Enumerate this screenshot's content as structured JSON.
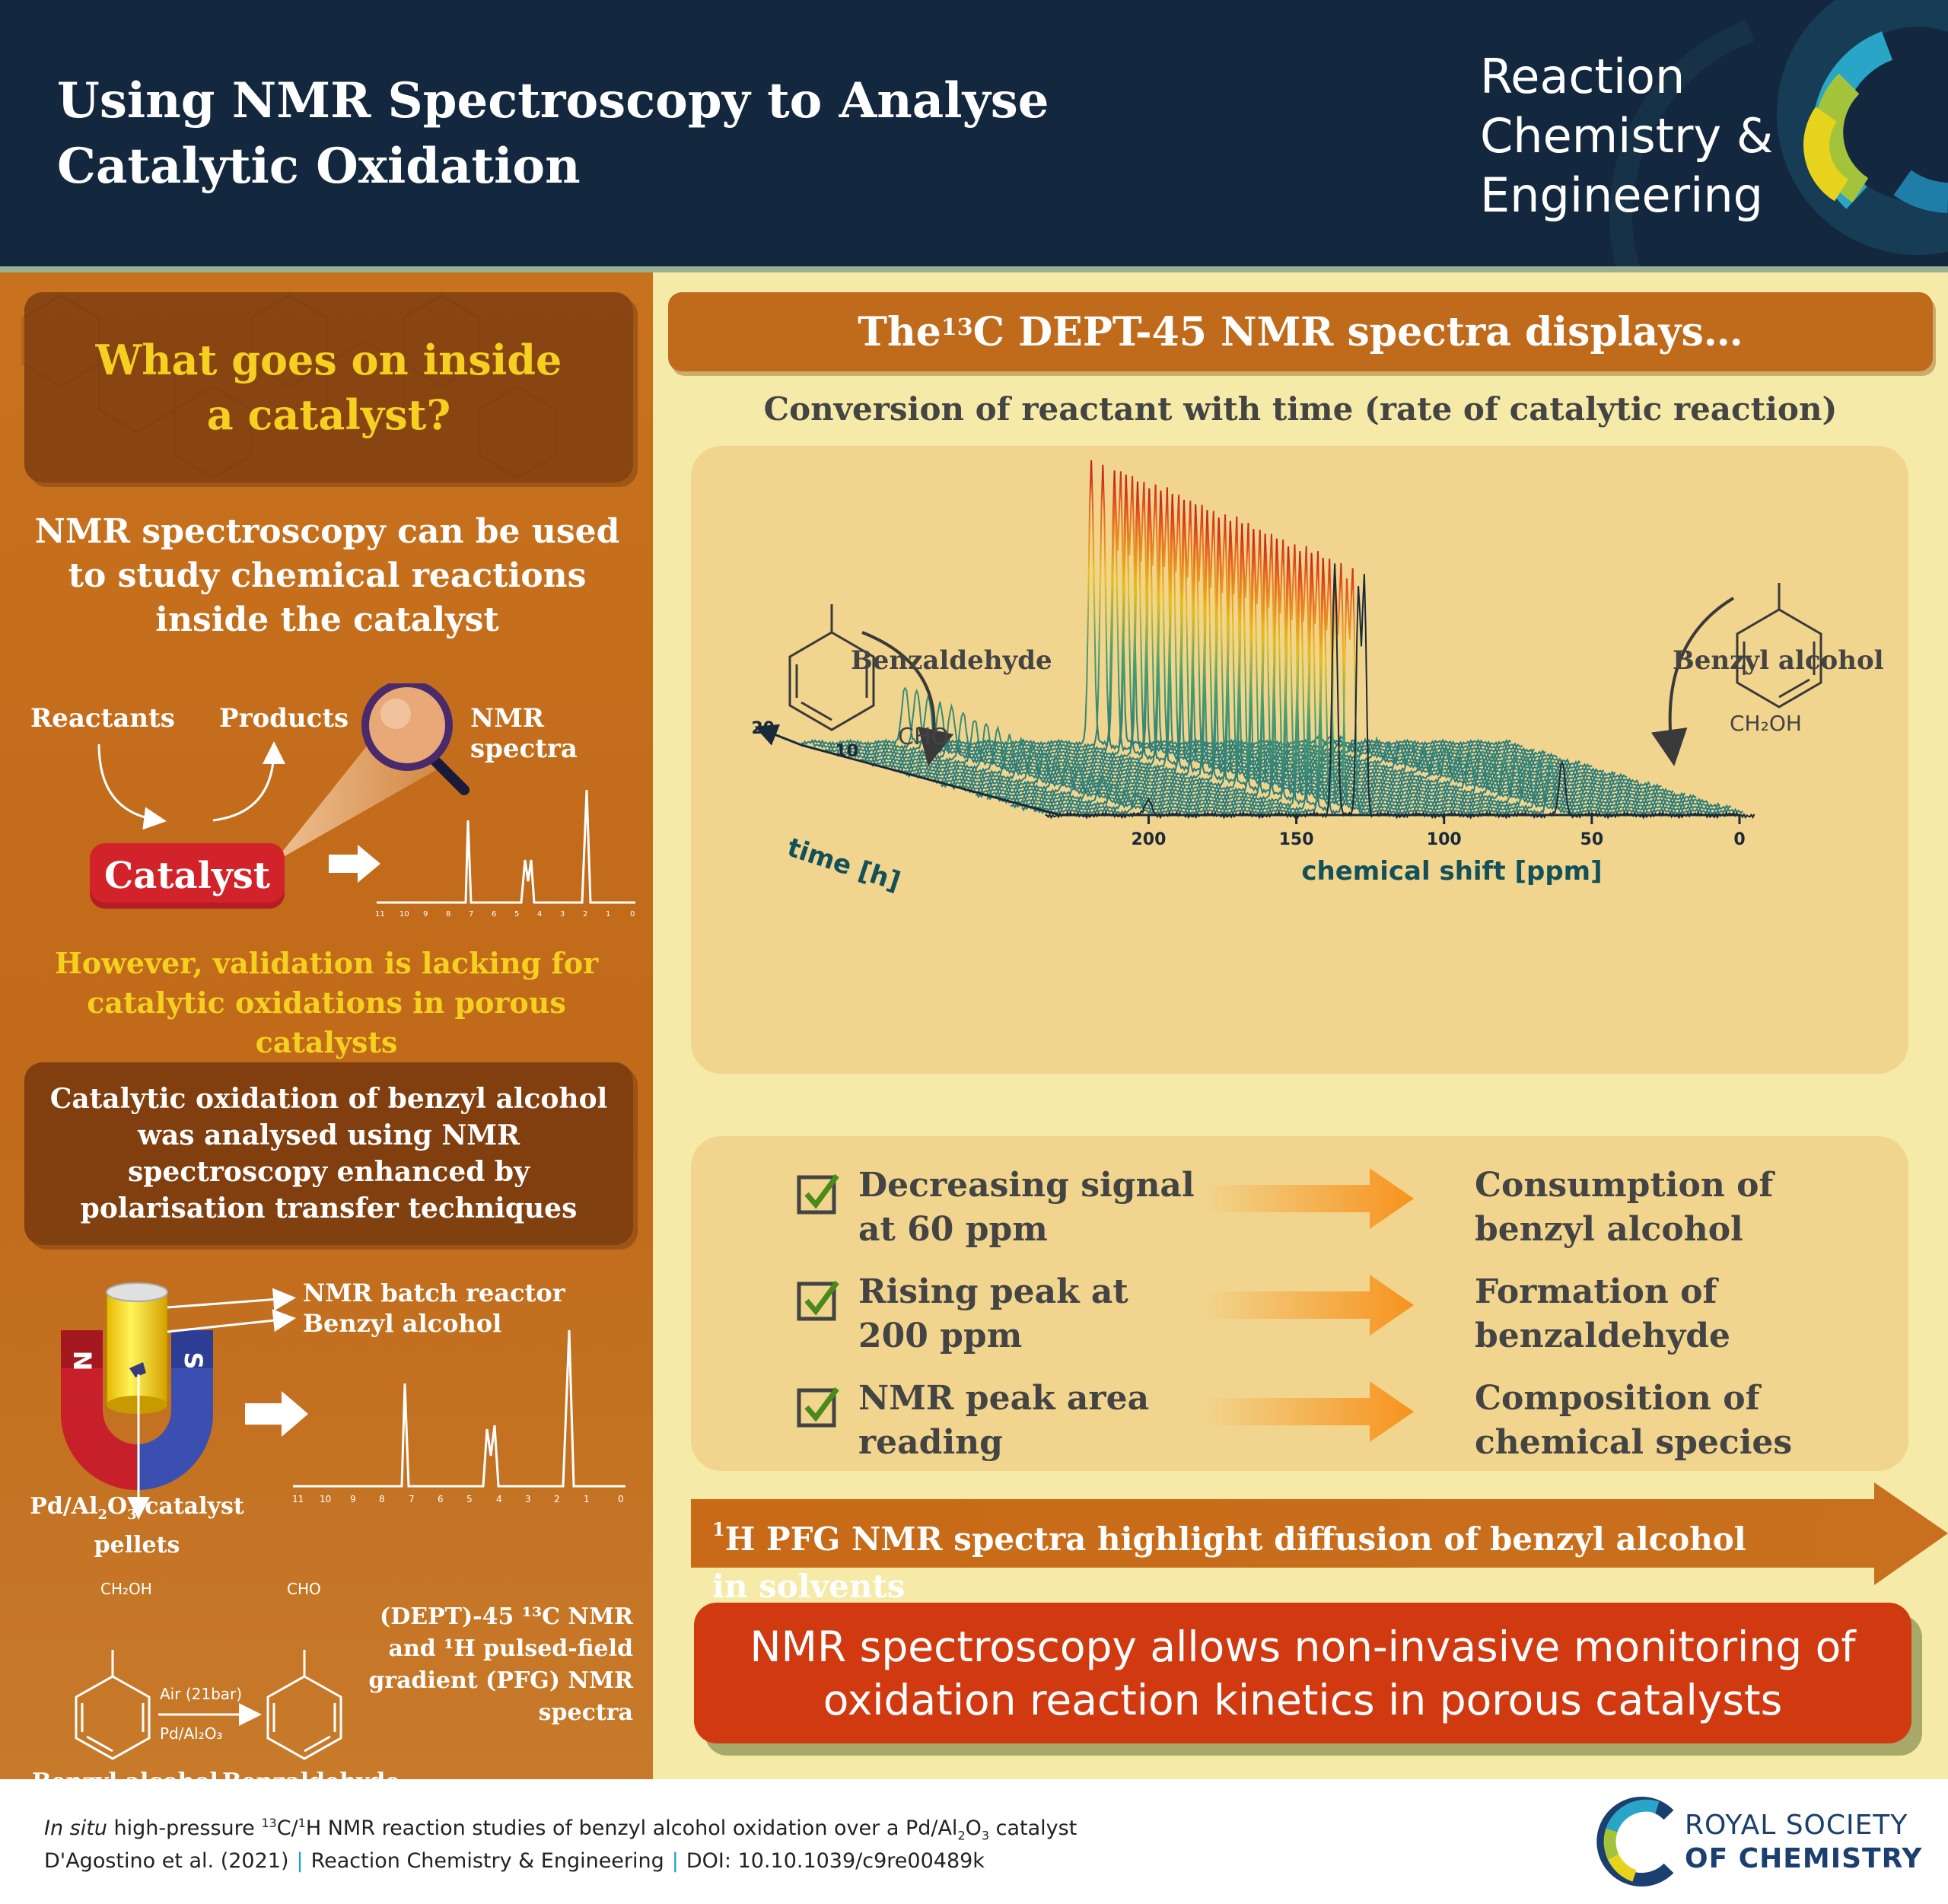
{
  "header": {
    "title": "Using NMR Spectroscopy to Analyse Catalytic Oxidation",
    "journal": "Reaction Chemistry & Engineering"
  },
  "left": {
    "question": "What goes on inside\na catalyst?",
    "intro": "NMR spectroscopy can be used to study chemical reactions inside the catalyst",
    "flow": {
      "reactants": "Reactants",
      "products": "Products",
      "nmr_spectra": "NMR spectra",
      "catalyst": "Catalyst"
    },
    "validation": "However, validation is lacking for catalytic oxidations in porous catalysts",
    "oxidation": "Catalytic oxidation of benzyl alcohol was analysed using NMR spectroscopy enhanced by polarisation transfer techniques",
    "reactor": {
      "batch_reactor": "NMR batch reactor",
      "benzyl_alcohol": "Benzyl alcohol",
      "magnet_n": "N",
      "magnet_s": "S",
      "pellets_1": "Pd/Al",
      "pellets_2": "O",
      "pellets_3": " catalyst",
      "pellets_4": "pellets"
    },
    "spectrum_ticks": [
      "11",
      "10",
      "9",
      "8",
      "7",
      "6",
      "5",
      "4",
      "3",
      "2",
      "1",
      "0"
    ],
    "reaction": {
      "reactant_group": "CH₂OH",
      "product_group": "CHO",
      "condition_top": "Air (21bar)",
      "condition_bottom": "Pd/Al₂O₃",
      "reactant_name": "Benzyl alcohol",
      "product_name": "Benzaldehyde",
      "dept_text": "(DEPT)-45 ¹³C NMR and ¹H pulsed-field gradient (PFG) NMR spectra"
    }
  },
  "right": {
    "banner_pre": "The ",
    "banner_sup": "13",
    "banner_post": "C DEPT-45 NMR spectra displays…",
    "conversion_title": "Conversion of reactant with time (rate of catalytic reaction)",
    "benzaldehyde_label": "Benzaldehyde",
    "benzaldehyde_group": "CHO",
    "benzyl_alcohol_label": "Benzyl alcohol",
    "benzyl_alcohol_group": "CH₂OH",
    "points": [
      {
        "observation": "Decreasing signal at 60 ppm",
        "meaning": "Consumption of benzyl alcohol"
      },
      {
        "observation": "Rising peak at 200 ppm",
        "meaning": "Formation of benzaldehyde"
      },
      {
        "observation": "NMR peak area reading",
        "meaning": "Composition of chemical species"
      }
    ],
    "pfg_sup": "1",
    "pfg_text": "H PFG NMR spectra highlight diffusion of benzyl alcohol in solvents",
    "conclusion": "NMR spectroscopy allows non-invasive monitoring of oxidation reaction kinetics in porous catalysts"
  },
  "chart_data": {
    "type": "waterfall",
    "xlabel": "chemical shift [ppm]",
    "ylabel": "time [h]",
    "x_ticks": [
      "200",
      "150",
      "100",
      "50",
      "0"
    ],
    "y_ticks": [
      "20",
      "10"
    ],
    "xlim": [
      0,
      230
    ],
    "peaks_ppm": [
      200,
      137,
      129,
      127,
      60
    ],
    "trend": "peak at 200 ppm rises and peak at 60 ppm decreases with time"
  },
  "footer": {
    "italic": "In situ",
    "line1_a": " high-pressure ",
    "sup13": "13",
    "line1_b": "C/",
    "sup1": "1",
    "line1_c": "H NMR reaction studies of benzyl alcohol oxidation over a Pd/Al",
    "sub2": "2",
    "line1_d": "O",
    "sub3": "3",
    "line1_e": " catalyst",
    "authors": "D'Agostino et al. (2021)",
    "journal": "Reaction Chemistry & Engineering",
    "doi": "DOI: 10.10.1039/c9re00489k",
    "org_1": "ROYAL SOCIETY",
    "org_2": "OF CHEMISTRY"
  },
  "colors": {
    "header_bg": "#13283f",
    "left_bg": "#c06a1a",
    "right_bg": "#f5eaa8",
    "accent_yellow": "#f5d020",
    "catalyst_red": "#d3232a",
    "conclusion_red": "#d13910",
    "arrow_orange": "#f7931e",
    "rsc_blue": "#1b3f6e"
  }
}
